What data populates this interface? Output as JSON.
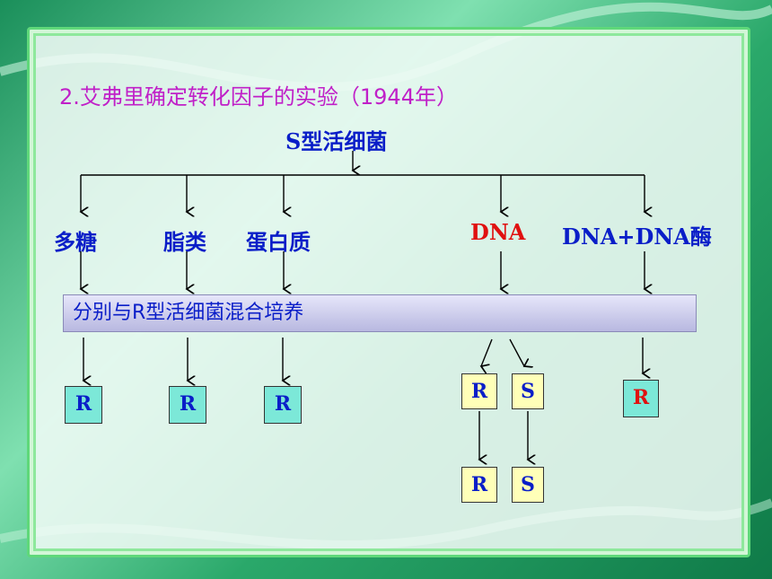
{
  "title": "2.艾弗里确定转化因子的实验（1944年）",
  "source": "S型活细菌",
  "branches": {
    "polysaccharide": "多糖",
    "lipid": "脂类",
    "protein": "蛋白质",
    "dna": "DNA",
    "dna_dnase": "DNA+DNA酶"
  },
  "banner": "分别与R型活细菌混合培养",
  "results": {
    "polysaccharide": "R",
    "lipid": "R",
    "protein": "R",
    "dna_r": "R",
    "dna_s": "S",
    "dna_r2": "R",
    "dna_s2": "S",
    "dna_dnase": "R"
  },
  "colors": {
    "title": "#c020c8",
    "text": "#0a1ec8",
    "highlight": "#e01010"
  }
}
